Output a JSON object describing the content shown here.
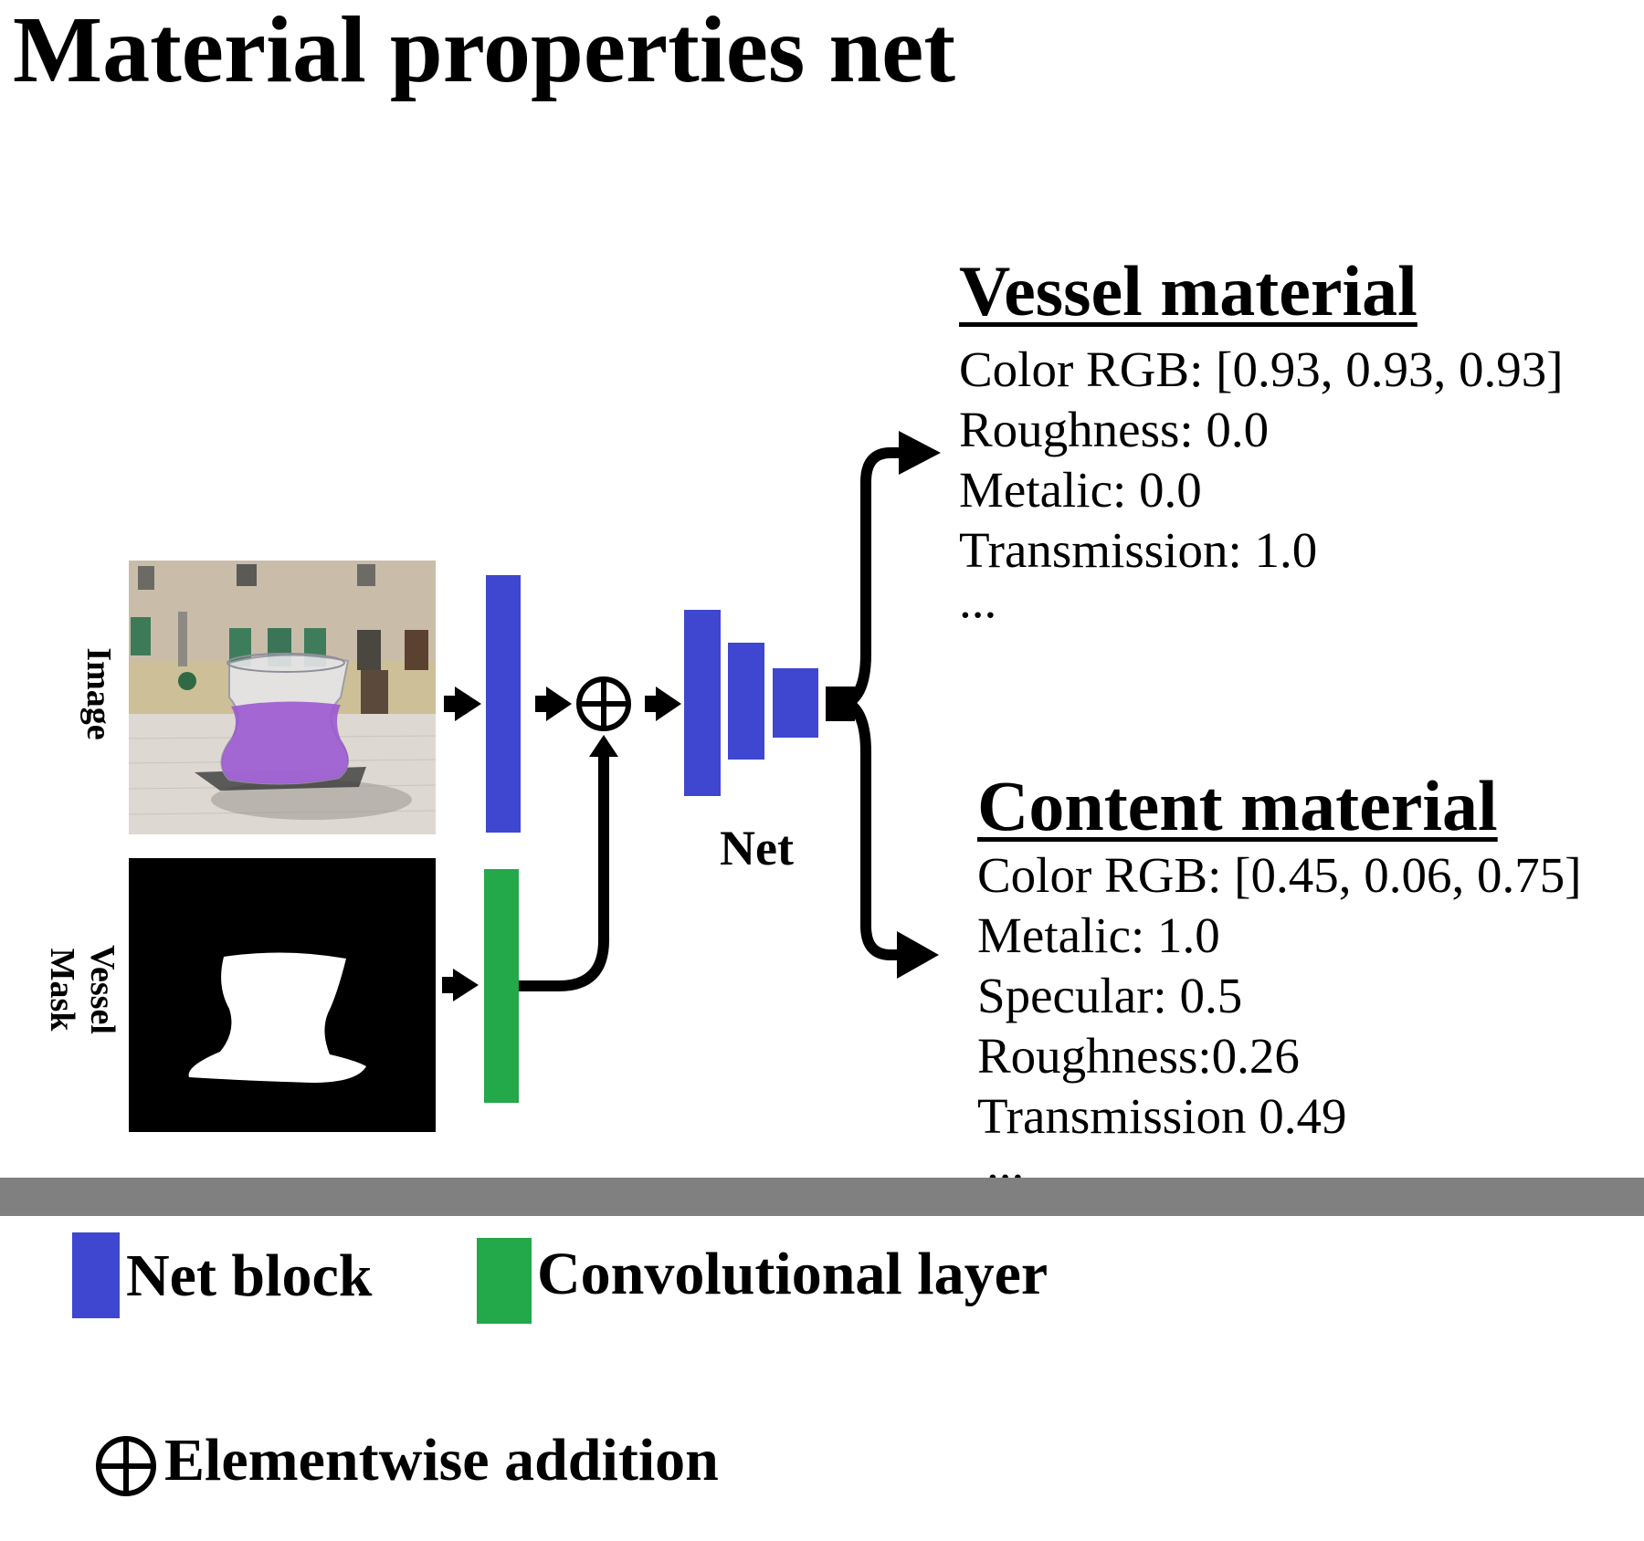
{
  "title": "Material properties net",
  "inputs": {
    "image_label": "Image",
    "mask_label_line1": "Vessel",
    "mask_label_line2": "Mask"
  },
  "net_label": "Net",
  "vessel_material": {
    "heading": "Vessel material",
    "properties": [
      "Color RGB: [0.93, 0.93, 0.93]",
      "Roughness: 0.0",
      "Metalic: 0.0",
      "Transmission: 1.0",
      "..."
    ]
  },
  "content_material": {
    "heading": "Content material",
    "properties": [
      "Color RGB: [0.45, 0.06, 0.75]",
      "Metalic: 1.0",
      "Specular: 0.5",
      "Roughness:0.26",
      "Transmission 0.49",
      "..."
    ]
  },
  "legend": {
    "net_block": "Net block",
    "conv_layer": "Convolutional layer",
    "elementwise": "Elementwise addition"
  },
  "colors": {
    "net_block": "#3f46cf",
    "conv_layer": "#23a84a",
    "divider": "#808080"
  }
}
